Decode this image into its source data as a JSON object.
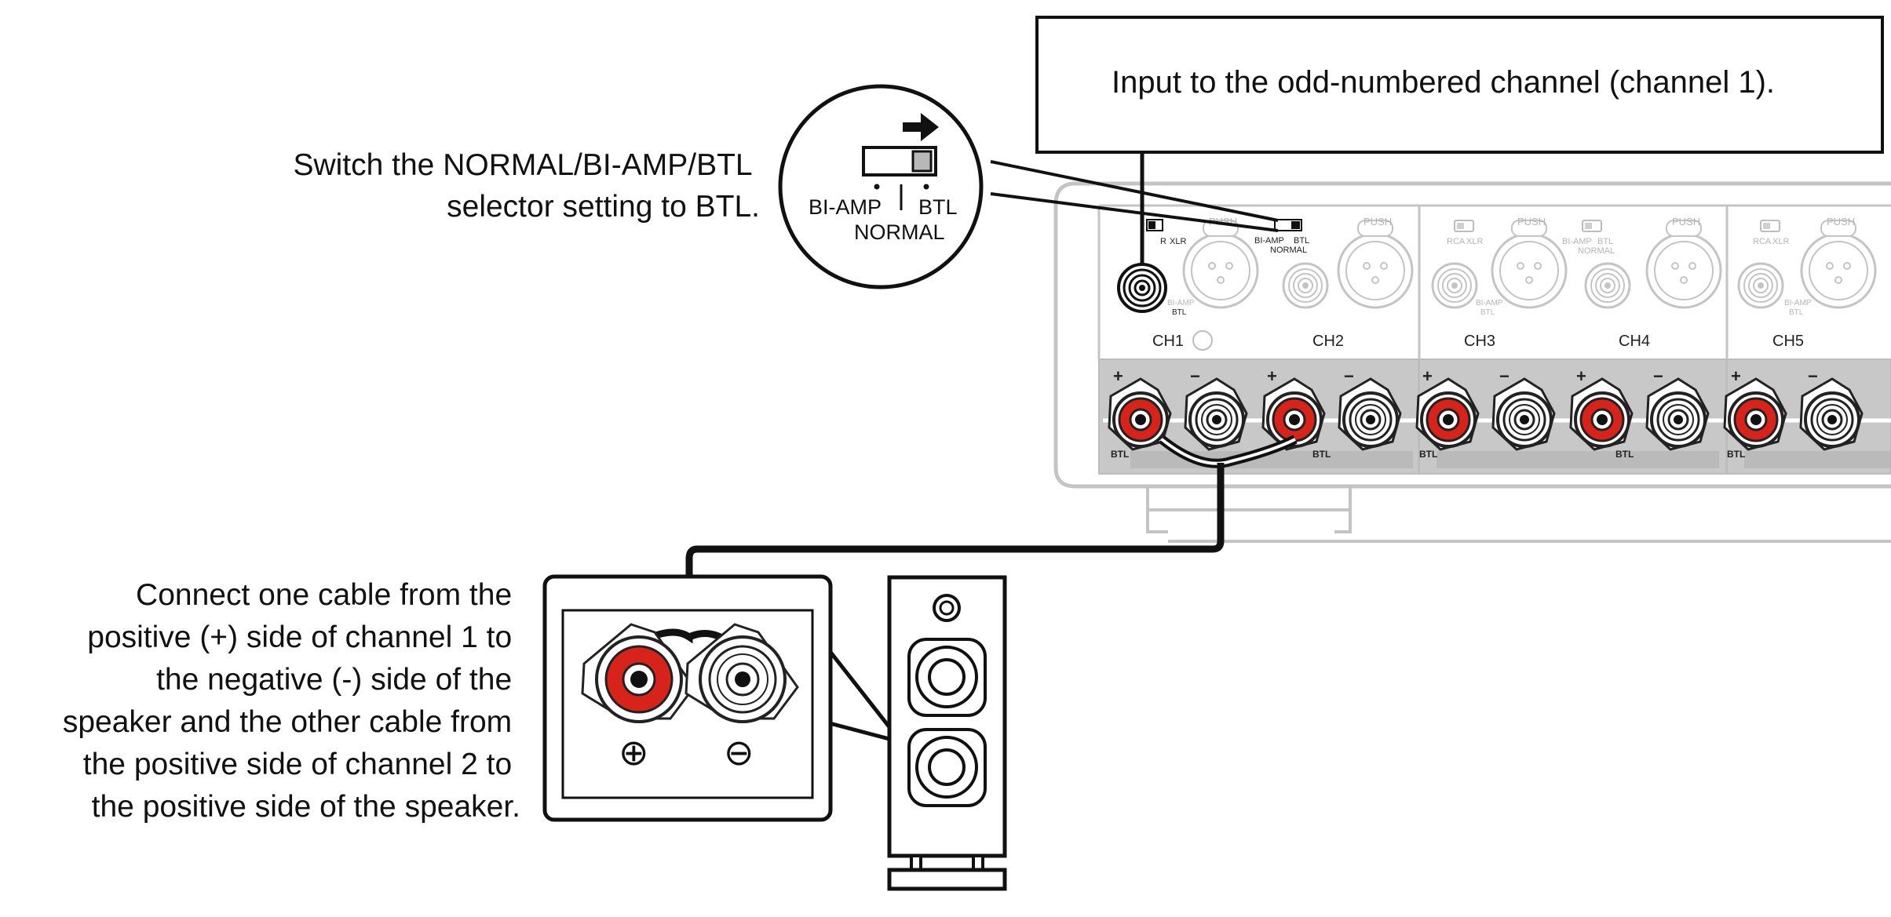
{
  "callouts": {
    "top_box": "Input to the odd-numbered channel (channel 1).",
    "selector_instruction": [
      "Switch the NORMAL/BI-AMP/BTL",
      "selector setting to BTL."
    ],
    "cable_instruction": [
      "Connect one cable from the",
      "positive (+) side of channel 1 to",
      "the negative (-) side of the",
      "speaker and the other cable from",
      "the positive side of channel 2 to",
      "the positive side of the speaker."
    ]
  },
  "selector_zoom": {
    "left_label": "BI-AMP",
    "right_label": "BTL",
    "bottom_label": "NORMAL"
  },
  "amplifier": {
    "channels": [
      "CH1",
      "CH2",
      "CH3",
      "CH4",
      "CH5"
    ],
    "small_selector_labels": {
      "rca": "RCA",
      "xlr": "XLR",
      "bi_amp": "BI-AMP",
      "btl": "BTL",
      "normal": "NORMAL",
      "push": "PUSH"
    },
    "terminal_signs": {
      "plus": "+",
      "minus": "−"
    }
  },
  "speaker_zoom": {
    "plus_symbol": "⊕",
    "minus_symbol": "⊖"
  },
  "colors": {
    "red_terminal": "#d8231b",
    "panel_gray": "#c8c8c8",
    "outline_light": "#bdbdbd",
    "ink": "#111111"
  }
}
